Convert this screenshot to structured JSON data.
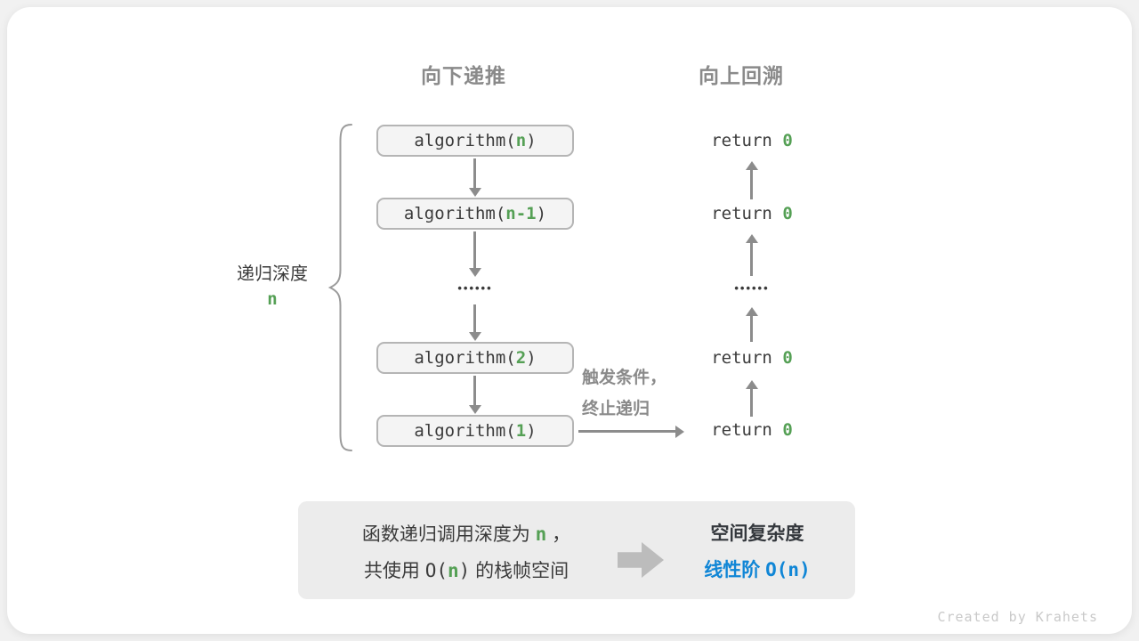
{
  "diagram": {
    "headers": {
      "down": "向下递推",
      "up": "向上回溯"
    },
    "depth_label": {
      "text": "递归深度",
      "var": "n"
    },
    "stack": {
      "boxes": [
        {
          "pre": "algorithm(",
          "arg": "n",
          "post": ")"
        },
        {
          "pre": "algorithm(",
          "arg": "n-1",
          "post": ")"
        },
        {
          "pre": "algorithm(",
          "arg": "2",
          "post": ")"
        },
        {
          "pre": "algorithm(",
          "arg": "1",
          "post": ")"
        }
      ],
      "ellipsis": "••••••"
    },
    "returns": {
      "rows": [
        {
          "pre": "return ",
          "val": "0"
        },
        {
          "pre": "return ",
          "val": "0"
        },
        {
          "pre": "return ",
          "val": "0"
        },
        {
          "pre": "return ",
          "val": "0"
        }
      ],
      "ellipsis": "••••••"
    },
    "trigger": {
      "line1": "触发条件，",
      "line2": "终止递归"
    },
    "summary": {
      "left_line1": {
        "pre": "函数递归调用深度为 ",
        "var": "n",
        "post": " ，"
      },
      "left_line2": {
        "pre": "共使用 ",
        "code_open": "O(",
        "var": "n",
        "code_close": ")",
        "post": " 的栈帧空间"
      },
      "right_title": "空间复杂度",
      "right_result": {
        "cn": "线性阶 ",
        "code_open": "O(",
        "var": "n",
        "code_close": ")"
      }
    },
    "watermark": "Created by Krahets",
    "colors": {
      "green": "#55a055",
      "blue": "#1086d6",
      "gray": "#8a8a8a"
    }
  }
}
